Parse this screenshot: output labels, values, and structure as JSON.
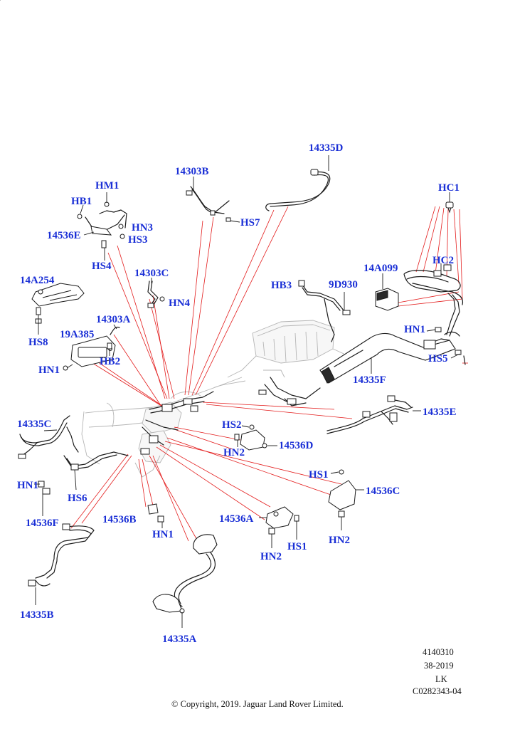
{
  "diagram": {
    "callouts": {
      "c_14335D": "14335D",
      "c_14303B": "14303B",
      "c_HM1": "HM1",
      "c_HB1": "HB1",
      "c_HN3": "HN3",
      "c_14536E": "14536E",
      "c_HS3": "HS3",
      "c_HS7": "HS7",
      "c_HS4": "HS4",
      "c_HC1": "HC1",
      "c_HC2": "HC2",
      "c_14A099": "14A099",
      "c_14A254": "14A254",
      "c_14303C": "14303C",
      "c_HN4": "HN4",
      "c_HB3": "HB3",
      "c_9D930": "9D930",
      "c_HN1_right": "HN1",
      "c_HS5": "HS5",
      "c_14303A": "14303A",
      "c_19A385": "19A385",
      "c_HS8": "HS8",
      "c_HB2": "HB2",
      "c_HN1_left": "HN1",
      "c_14335F": "14335F",
      "c_14335E": "14335E",
      "c_14335C": "14335C",
      "c_HS2": "HS2",
      "c_14536D": "14536D",
      "c_HN2_mid": "HN2",
      "c_HS1_right": "HS1",
      "c_14536C": "14536C",
      "c_HN1_lower": "HN1",
      "c_HS6": "HS6",
      "c_14536F": "14536F",
      "c_14536B": "14536B",
      "c_HN1_bottom": "HN1",
      "c_14536A": "14536A",
      "c_HN2_lower": "HN2",
      "c_HS1_lower": "HS1",
      "c_HN2_right": "HN2",
      "c_14335B": "14335B",
      "c_14335A": "14335A"
    },
    "reference": {
      "line1": "4140310",
      "line2": "38-2019",
      "line3": "LK",
      "line4": "C0282343-04"
    },
    "copyright": "© Copyright, 2019. Jaguar Land Rover Limited."
  },
  "colors": {
    "callout_text": "#1a2fd6",
    "leader_red": "#e31b1b",
    "linework": "#1b1b1b",
    "ghost_body": "#b5b5b5"
  }
}
